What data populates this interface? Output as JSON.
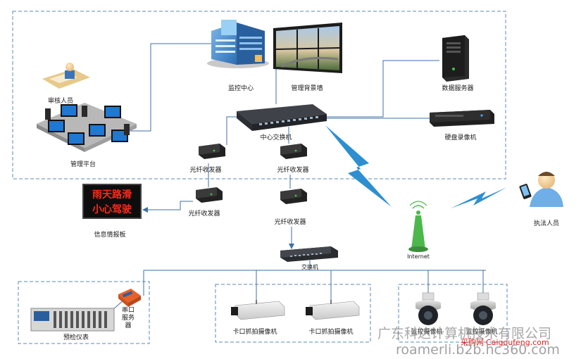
{
  "labels": {
    "monitor_center": "监控中心",
    "video_wall": "管理背景墙",
    "data_server": "数据服务器",
    "reviewer": "审核人员",
    "core_switch": "中心交换机",
    "dvr": "硬盘录像机",
    "mgmt_platform": "管理平台",
    "fiber_1": "光纤收发器",
    "fiber_2": "光纤收发器",
    "fiber_3": "光纤收发器",
    "fiber_4": "光纤收发器",
    "info_board": "信息情报板",
    "internet": "Internet",
    "law_officer": "执法人员",
    "switch": "交换机",
    "precheck": "预检仪表",
    "serial_server": "串口服务器",
    "checkpoint_cam_1": "卡口抓拍摄像机",
    "checkpoint_cam_2": "卡口抓拍摄像机",
    "monitor_cam_1": "监控摄像机",
    "monitor_cam_2": "监控摄像机"
  },
  "led_board": {
    "line1": "雨天路滑",
    "line2": "小心驾驶"
  },
  "watermark": {
    "company": "广东科达计算机技术有限公司",
    "site_cn": "采购网",
    "site_url": "Caigoufeng.com",
    "domain": "roamerli.b2b.hc360.com"
  },
  "colors": {
    "frame_dash": "#5b88b8",
    "link_line": "#3d6fa8",
    "wireless": "#2d8fd0"
  }
}
